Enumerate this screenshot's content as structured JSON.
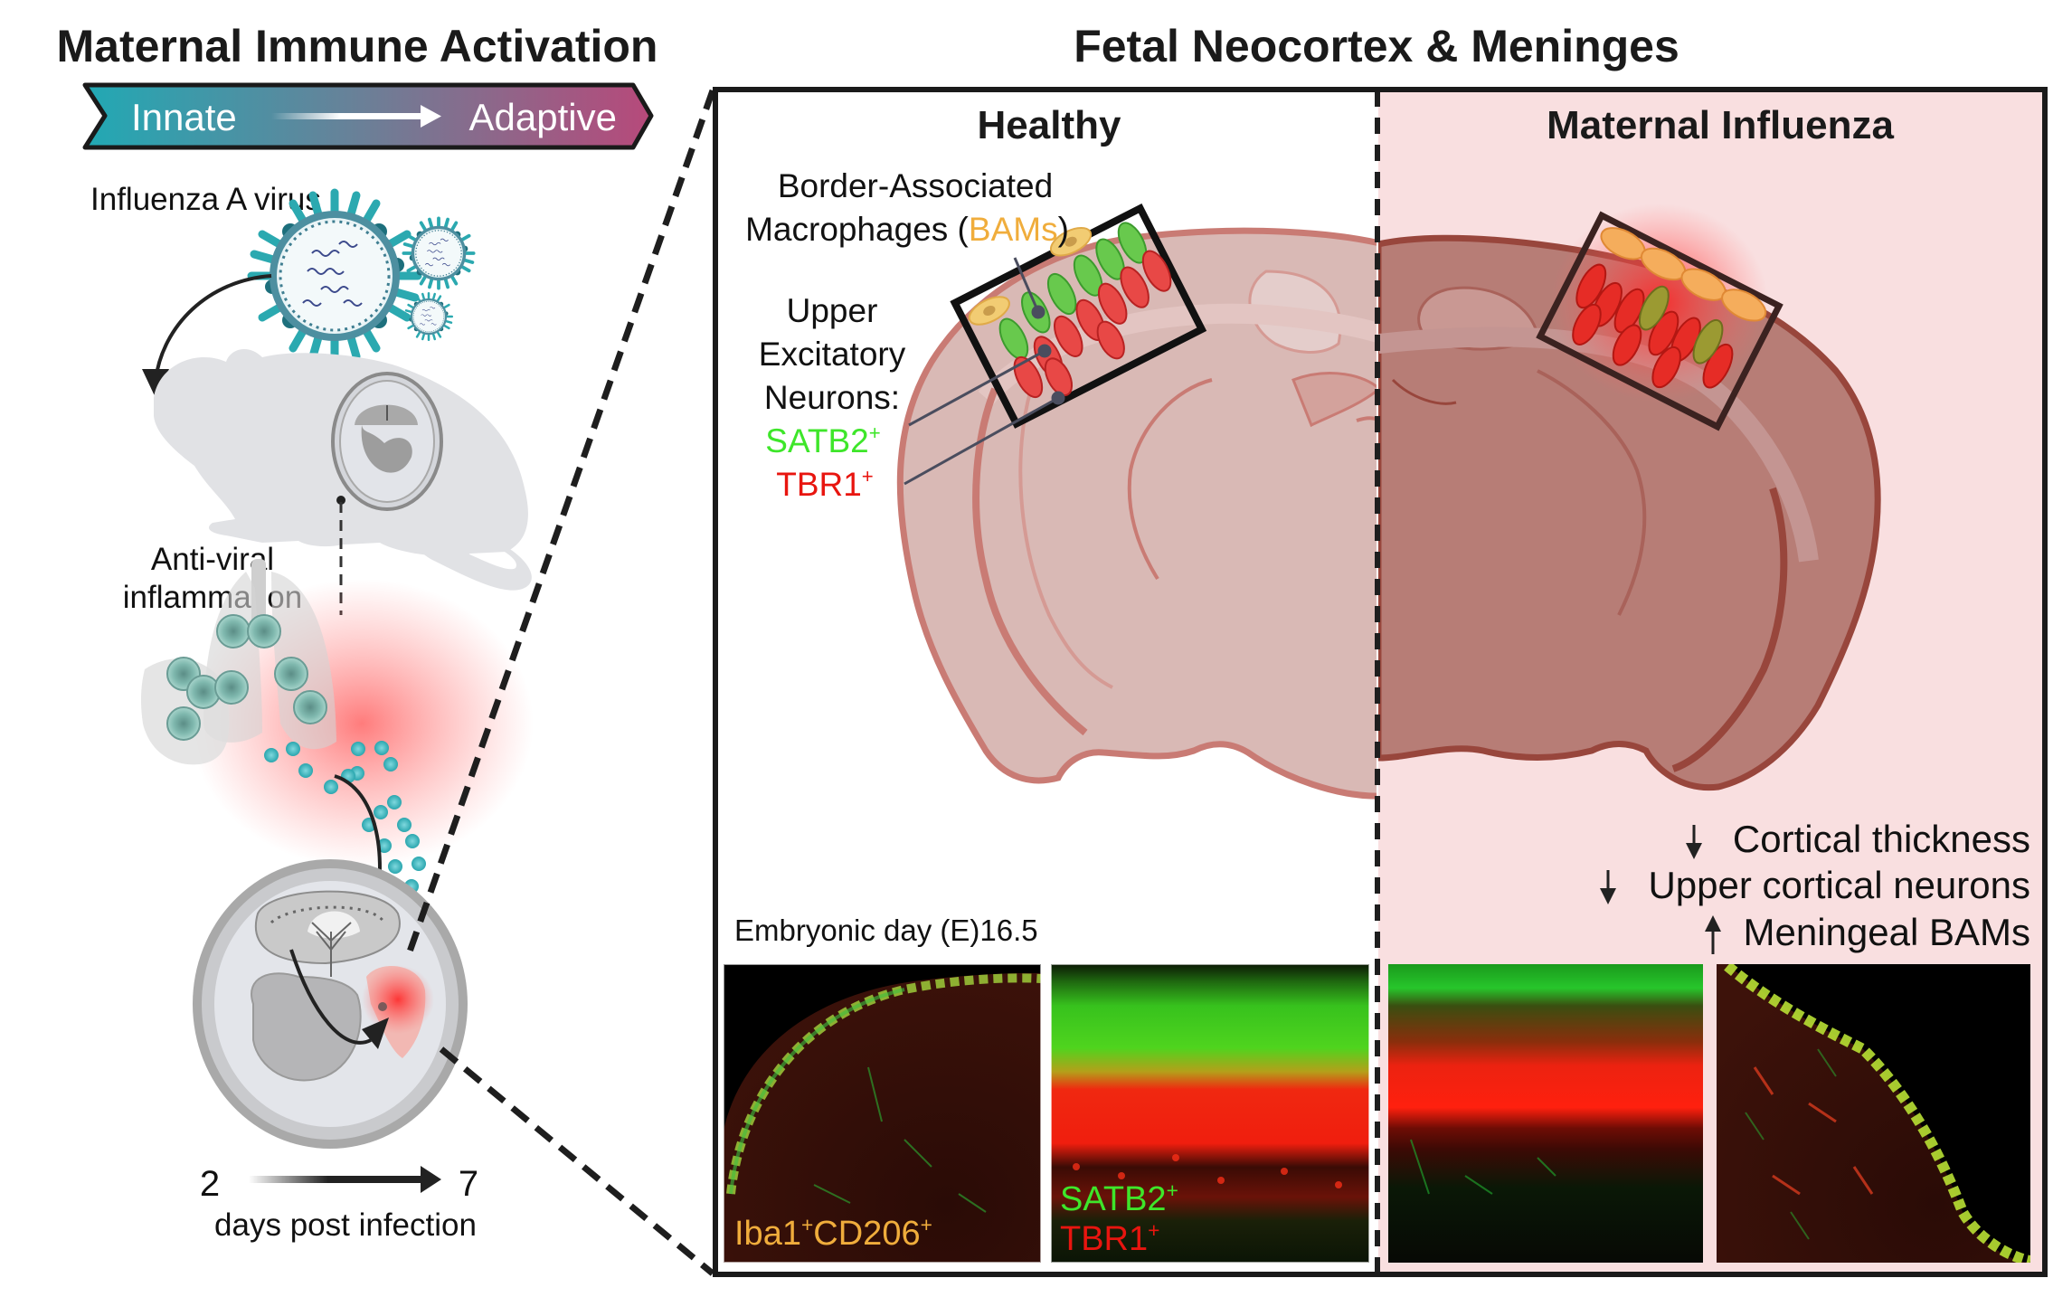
{
  "left_panel": {
    "title": "Maternal Immune Activation",
    "chevron": {
      "start_label": "Innate",
      "end_label": "Adaptive",
      "start_color": "#21a9b4",
      "end_color": "#b7497a"
    },
    "virus_label": "Influenza A virus",
    "inflammation_label_line1": "Anti-viral",
    "inflammation_label_line2": "inflammation",
    "timeline": {
      "start": "2",
      "end": "7",
      "caption": "days post infection"
    }
  },
  "right_panel": {
    "title": "Fetal Neocortex & Meninges",
    "healthy": {
      "heading": "Healthy",
      "bam_label_line1": "Border-Associated",
      "bam_label_line2_prefix": "Macrophages (",
      "bam_label_line2_accent": "BAMs",
      "bam_label_line2_suffix": ")",
      "neuron_label_line1": "Upper",
      "neuron_label_line2": "Excitatory",
      "neuron_label_line3": "Neurons:",
      "satb2_label": "SATB2",
      "tbr1_label": "TBR1",
      "plus": "+"
    },
    "influenza": {
      "heading": "Maternal Influenza",
      "findings": [
        {
          "direction": "down",
          "text": "Cortical thickness"
        },
        {
          "direction": "down",
          "text": "Upper cortical neurons"
        },
        {
          "direction": "up",
          "text": "Meningeal BAMs"
        }
      ]
    },
    "timepoint_label": "Embryonic day (E)16.5",
    "micrographs": [
      {
        "condition": "Healthy",
        "stain_label_parts": [
          "Iba1",
          "+",
          "CD206",
          "+"
        ],
        "stain": "macrophage"
      },
      {
        "condition": "Healthy",
        "stain_label_satb2": "SATB2",
        "stain_label_tbr1": "TBR1",
        "stain": "neuron"
      },
      {
        "condition": "Maternal Influenza",
        "stain": "neuron"
      },
      {
        "condition": "Maternal Influenza",
        "stain": "macrophage"
      }
    ]
  },
  "colors": {
    "text": "#111111",
    "bam_orange": "#f0ad3c",
    "satb2_green": "#3ee62a",
    "tbr1_red": "#e8150f",
    "influenza_bg": "#f9dfe0",
    "healthy_brain_fill": "#d9b9b5",
    "healthy_brain_stroke": "#c97b74",
    "influenza_brain_fill": "#b77d76",
    "influenza_brain_stroke": "#98463c",
    "virus_teal": "#2ba9b0",
    "mouse_gray": "#e1e2e5"
  }
}
